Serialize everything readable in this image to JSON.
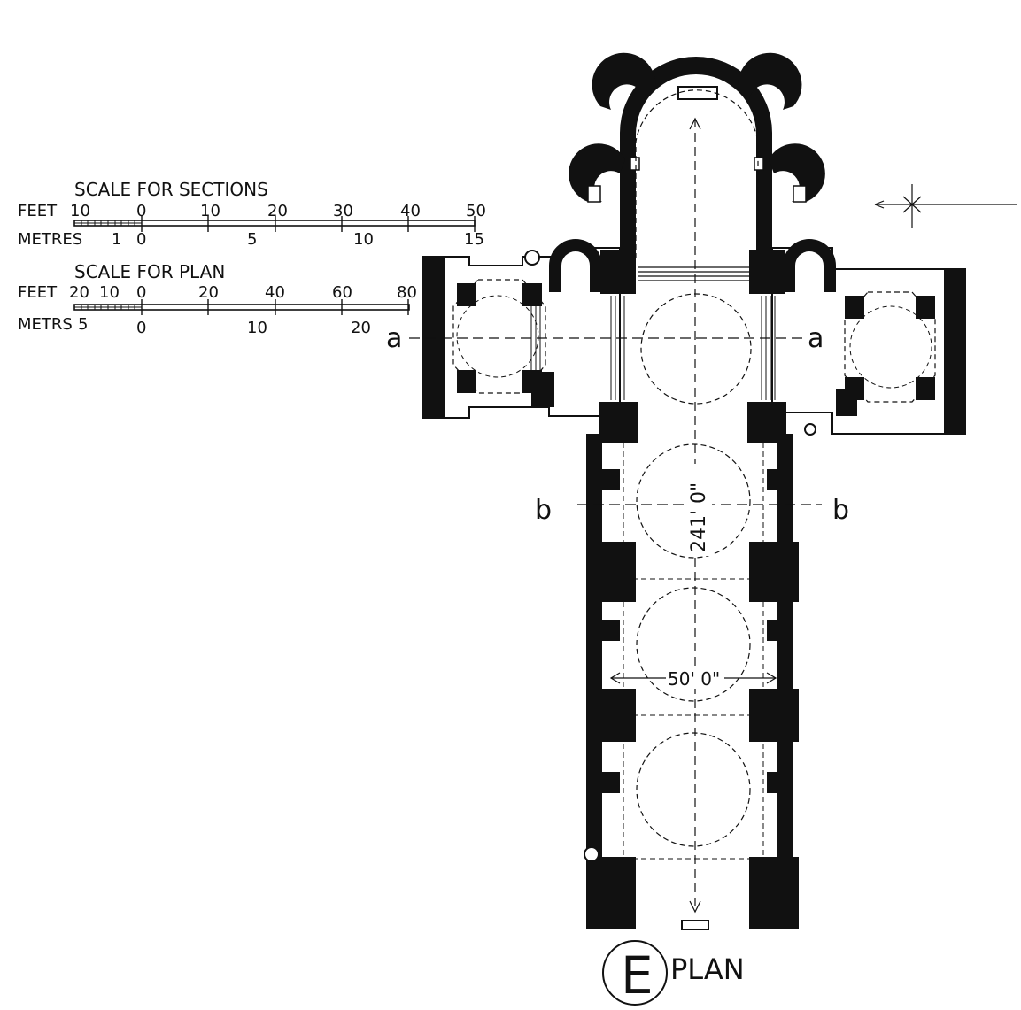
{
  "scales": {
    "sections": {
      "title": "SCALE FOR SECTIONS",
      "feet_label": "FEET",
      "feet_ticks": [
        "10",
        "0",
        "10",
        "20",
        "30",
        "40",
        "50"
      ],
      "metres_label": "METRES",
      "metres_ticks": [
        "1",
        "0",
        "5",
        "10",
        "15"
      ]
    },
    "plan": {
      "title": "SCALE FOR PLAN",
      "feet_label": "FEET",
      "feet_ticks": [
        "20",
        "10",
        "0",
        "20",
        "40",
        "60",
        "80"
      ],
      "metres_label": "METRS",
      "metres_ticks": [
        "5",
        "0",
        "10",
        "20"
      ]
    }
  },
  "section_marks": {
    "a_left": "a",
    "a_right": "a",
    "b_left": "b",
    "b_right": "b"
  },
  "dimensions": {
    "length": "241' 0\"",
    "width": "50' 0\""
  },
  "caption": {
    "letter": "E",
    "word": "PLAN"
  },
  "colors": {
    "ink": "#111111",
    "paper": "#ffffff"
  }
}
